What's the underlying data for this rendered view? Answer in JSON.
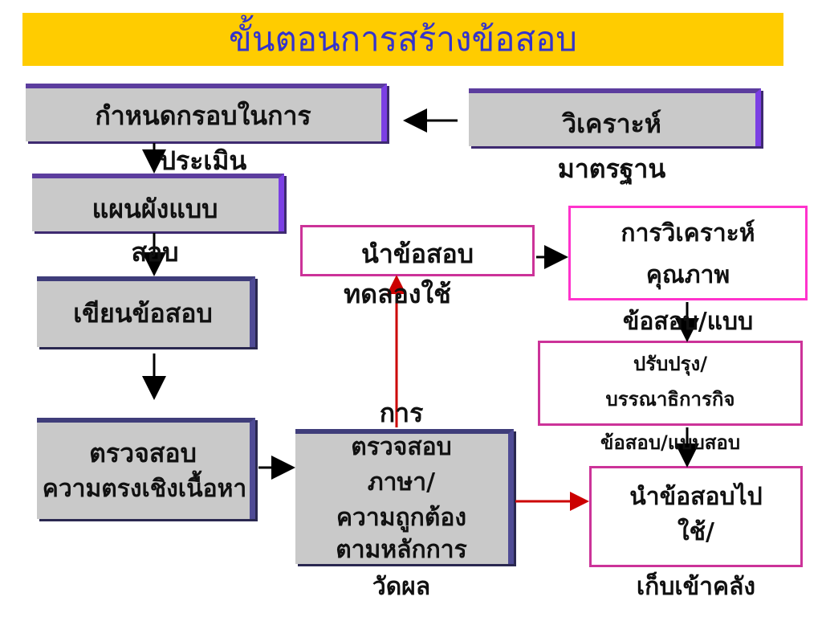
{
  "title": "ขั้นตอนการสร้างข้อสอบ",
  "steps": {
    "define_framework": [
      "กำหนดกรอบในการ",
      "ประเมิน"
    ],
    "analyze_standards": [
      "วิเคราะห์",
      "มาตรฐาน"
    ],
    "blueprint": [
      "แผนผังแบบ",
      "สอบ"
    ],
    "write_items": [
      "เขียนข้อสอบ"
    ],
    "content_validity": [
      "ตรวจสอบ",
      "ความตรงเชิงเนื้อหา"
    ],
    "language_check": [
      "การ",
      "ตรวจสอบ",
      "ภาษา/",
      "ความถูกต้อง",
      "ตามหลักการ",
      "วัดผล"
    ],
    "tryout": [
      "นำข้อสอบ",
      "ทดลองใช้"
    ],
    "quality_analysis": [
      "การวิเคราะห์",
      "คุณภาพ",
      "ข้อสอบ/แบบ"
    ],
    "revise": [
      "ปรับปรุง/",
      "บรรณาธิการกิจ",
      "ข้อสอบ/แบบสอบ"
    ],
    "deploy": [
      "นำข้อสอบไป",
      "ใช้/",
      "เก็บเข้าคลัง"
    ]
  },
  "colors": {
    "title_bg": "#FFCC00",
    "title_text": "#3333CC",
    "box_fill": "#C9C9C9",
    "box_edge": "#7B3FE4",
    "outline_magenta": "#CC3399",
    "outline_pink": "#FF33CC",
    "arrow_black": "#000000",
    "arrow_red": "#CC0000"
  }
}
